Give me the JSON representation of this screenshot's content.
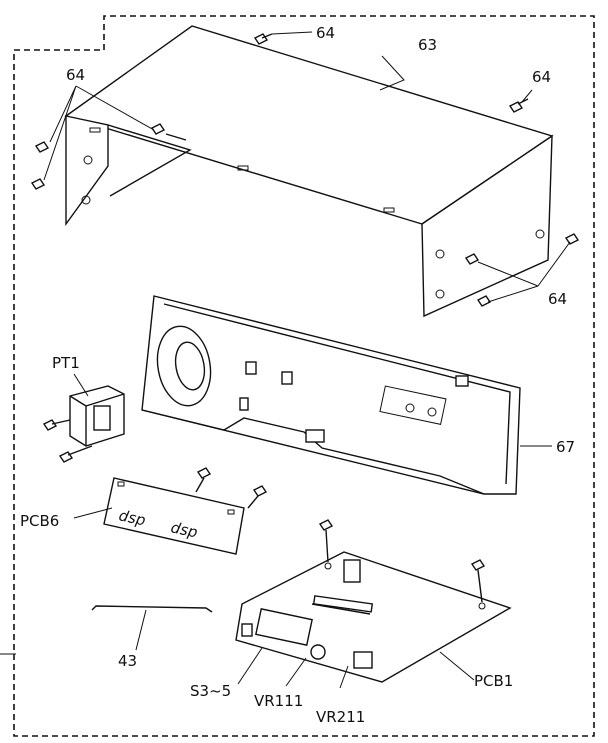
{
  "labels": {
    "screw_top": "64",
    "cover": "63",
    "screw_left": "64",
    "screw_right_top": "64",
    "screw_right_bottom": "64",
    "transformer": "PT1",
    "front_panel": "67",
    "pcb6": "PCB6",
    "pcb1": "PCB1",
    "rod": "43",
    "switch": "S3~5",
    "vr111": "VR111",
    "vr211": "VR211"
  },
  "pcb6_print": [
    "dsp",
    "dsp"
  ]
}
